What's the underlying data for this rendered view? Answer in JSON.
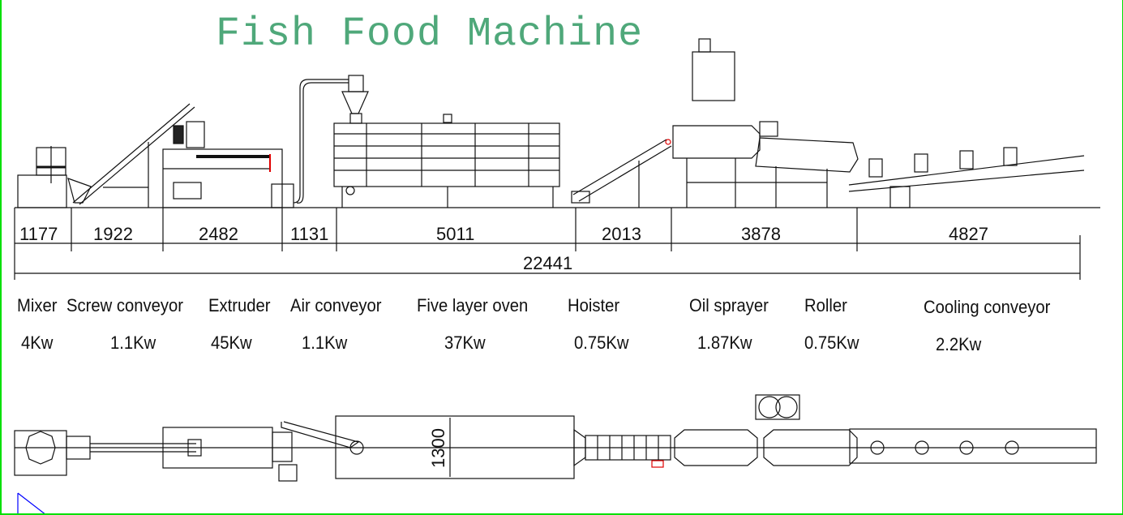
{
  "title": "Fish Food Machine",
  "dimensions": [
    "1177",
    "1922",
    "2482",
    "1131",
    "5011",
    "2013",
    "3878",
    "4827"
  ],
  "total_length": "22441",
  "width_dimension": "1300",
  "machines": [
    {
      "name": "Mixer",
      "power": "4Kw"
    },
    {
      "name": "Screw conveyor",
      "power": "1.1Kw"
    },
    {
      "name": "Extruder",
      "power": "45Kw"
    },
    {
      "name": "Air conveyor",
      "power": "1.1Kw"
    },
    {
      "name": "Five layer oven",
      "power": "37Kw"
    },
    {
      "name": "Hoister",
      "power": "0.75Kw"
    },
    {
      "name": "Oil sprayer",
      "power": "1.87Kw"
    },
    {
      "name": "Roller",
      "power": "0.75Kw"
    },
    {
      "name": "Cooling conveyor",
      "power": "2.2Kw"
    }
  ],
  "colors": {
    "title": "#4fa87a",
    "border": "#00e000",
    "ucs": "#0000ff",
    "accent": "#e00000"
  }
}
